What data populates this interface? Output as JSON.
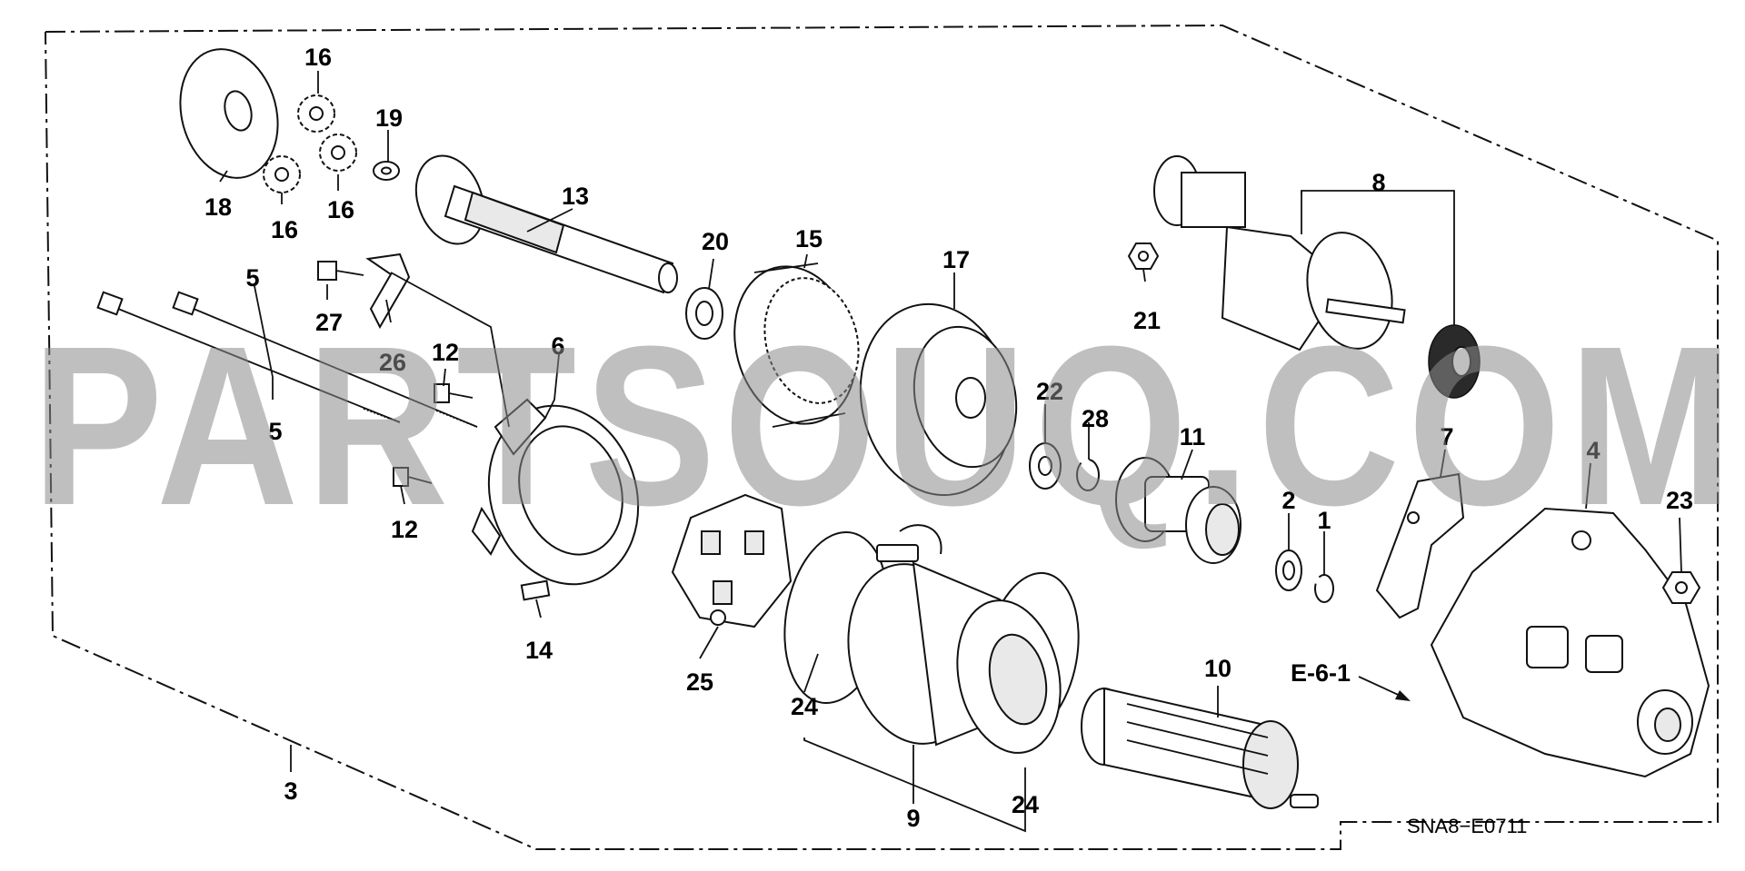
{
  "watermark": "PARTSOUQ.COM",
  "diagram_code": "SNA8−E0711",
  "reference": "E-6-1",
  "callouts": {
    "c1": "1",
    "c2": "2",
    "c3": "3",
    "c4": "4",
    "c5a": "5",
    "c5b": "5",
    "c6": "6",
    "c7": "7",
    "c8": "8",
    "c9": "9",
    "c10": "10",
    "c11": "11",
    "c12a": "12",
    "c12b": "12",
    "c13": "13",
    "c14": "14",
    "c15": "15",
    "c16a": "16",
    "c16b": "16",
    "c16c": "16",
    "c17": "17",
    "c18": "18",
    "c19": "19",
    "c20": "20",
    "c21": "21",
    "c22": "22",
    "c23": "23",
    "c24a": "24",
    "c24b": "24",
    "c25": "25",
    "c26": "26",
    "c27": "27",
    "c28": "28"
  },
  "colors": {
    "line": "#111111",
    "background": "#ffffff",
    "watermark": "#8a8a8a"
  }
}
